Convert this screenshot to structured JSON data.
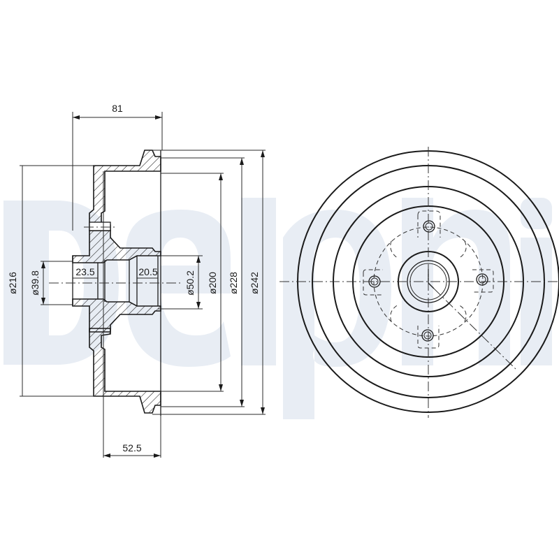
{
  "drawing": {
    "subject": "Brake drum technical drawing",
    "watermark_text": "Delphi",
    "colors": {
      "line": "#1a1a1a",
      "watermark": "#e8edf4",
      "background": "#ffffff"
    }
  },
  "dimensions": {
    "overall_width": "81",
    "flange_offset": "52.5",
    "bore_left_depth": "23.5",
    "bore_right_depth": "20.5",
    "dia_216": "ø216",
    "dia_39_8": "ø39.8",
    "dia_50_2": "ø50.2",
    "dia_200": "ø200",
    "dia_228": "ø228",
    "dia_242": "ø242"
  },
  "views": {
    "section_view": "Side cross-section of drum with hub",
    "front_view": "Front view with 4 wheel stud holes and center bore"
  }
}
